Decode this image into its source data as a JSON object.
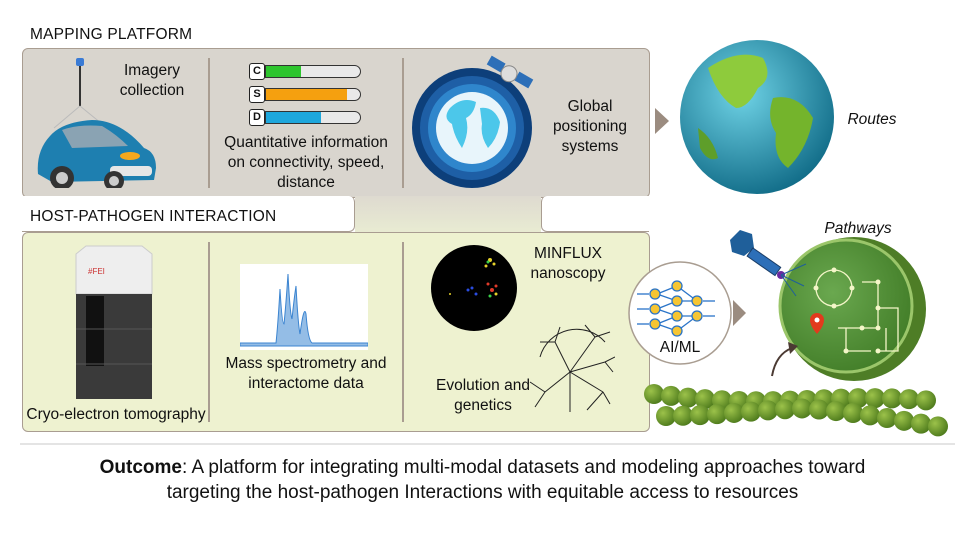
{
  "mapping_platform": {
    "title": "MAPPING PLATFORM",
    "imagery": "Imagery collection",
    "bars": [
      {
        "letter": "C",
        "fill": 0.37,
        "color": "#2ec52e"
      },
      {
        "letter": "S",
        "fill": 0.86,
        "color": "#f5a00f"
      },
      {
        "letter": "D",
        "fill": 0.58,
        "color": "#1ea7dc"
      }
    ],
    "quantitative": "Quantitative information on connectivity, speed, distance",
    "gps": "Global positioning systems"
  },
  "routes_label": "Routes",
  "host_pathogen": {
    "title": "HOST-PATHOGEN INTERACTION",
    "cryo": "Cryo-electron tomography",
    "cryo_brand": "FEI",
    "mass_spec": "Mass spectrometry and interactome data",
    "minflux": "MINFLUX nanoscopy",
    "evolution": "Evolution and genetics"
  },
  "aiml_label": "AI/ML",
  "pathways_label": "Pathways",
  "outcome": {
    "bold": "Outcome",
    "line1_rest": ": A platform for integrating multi-modal datasets and modeling approaches toward",
    "line2": "targeting the host-pathogen Interactions with equitable access to resources"
  },
  "colors": {
    "frame": "#a99d91",
    "top_bg": "#d9d5ce",
    "bottom_bg": "#eef2d0",
    "arrow": "#9b8c80"
  }
}
